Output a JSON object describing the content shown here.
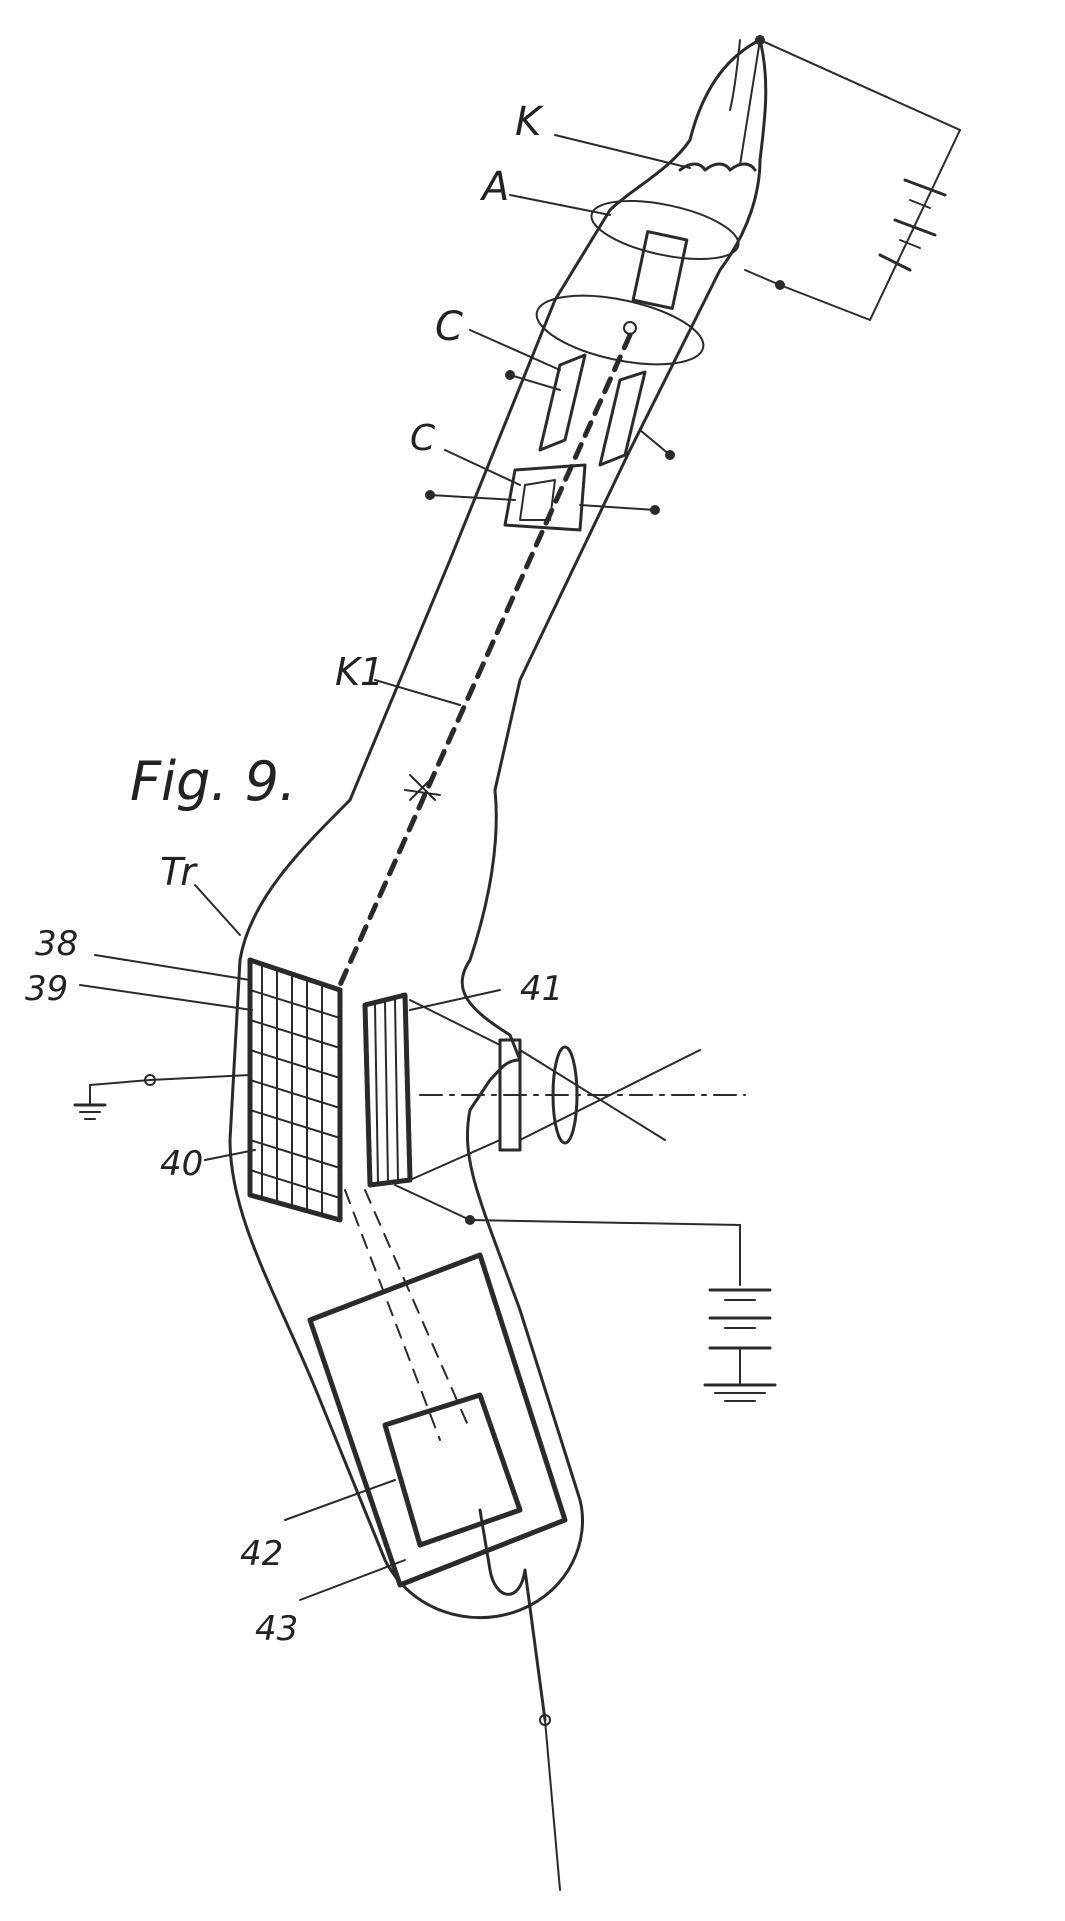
{
  "figure": {
    "title": "Fig. 9.",
    "labels": {
      "cathode": "K",
      "anode": "A",
      "deflector_upper": "C",
      "deflector_lower": "C",
      "beam": "K1",
      "screen_tr": "Tr",
      "n38": "38",
      "n39": "39",
      "n40": "40",
      "n41": "41",
      "n42": "42",
      "n43": "43"
    }
  },
  "colors": {
    "ink": "#2a2a2a",
    "paper": "#ffffff"
  }
}
